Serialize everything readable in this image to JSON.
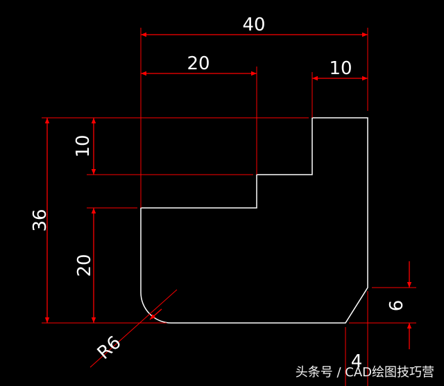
{
  "drawing": {
    "dimensions": {
      "overall_width": "40",
      "left_step_width": "20",
      "right_step_width": "10",
      "overall_height": "36",
      "upper_step_height": "10",
      "lower_height": "20",
      "fillet_radius": "R6",
      "chamfer_height": "6",
      "chamfer_width": "4"
    },
    "colors": {
      "background": "#000000",
      "outline": "#ffffff",
      "dimension": "#ff0000",
      "extension": "#ff0000",
      "text": "#ffffff"
    }
  },
  "watermark": "头条号 / CAD绘图技巧营"
}
